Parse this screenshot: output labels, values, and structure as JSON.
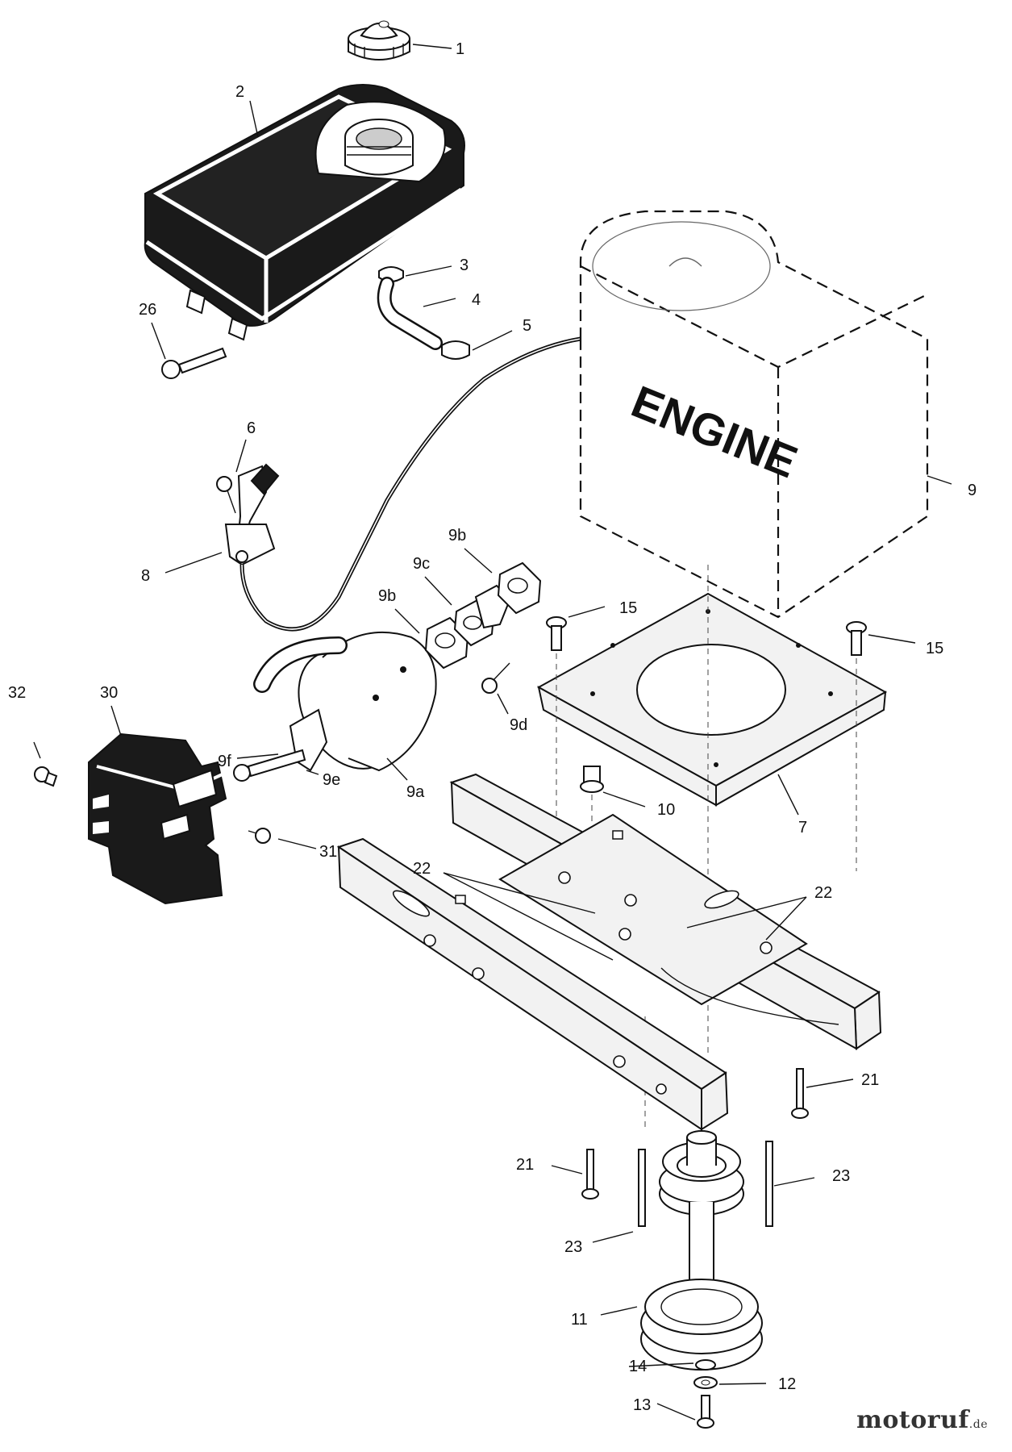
{
  "engine_text": "ENGINE",
  "callouts": [
    "1",
    "2",
    "3",
    "4",
    "5",
    "26",
    "6",
    "8",
    "9",
    "9b",
    "9c",
    "9b",
    "15",
    "15",
    "32",
    "30",
    "9f",
    "9d",
    "9e",
    "9a",
    "10",
    "7",
    "31",
    "22",
    "22",
    "21",
    "21",
    "23",
    "23",
    "11",
    "14",
    "12",
    "13"
  ],
  "watermark": {
    "brand": "motoruf",
    "tld": ".de"
  },
  "icons": [
    "fuel-cap",
    "fuel-tank",
    "hose-clamp",
    "fuel-line",
    "throttle-control",
    "throttle-cable",
    "engine",
    "muffler",
    "gasket",
    "heat-shield",
    "engine-mount-plate",
    "frame",
    "pulley",
    "bolt",
    "washer",
    "nut"
  ]
}
